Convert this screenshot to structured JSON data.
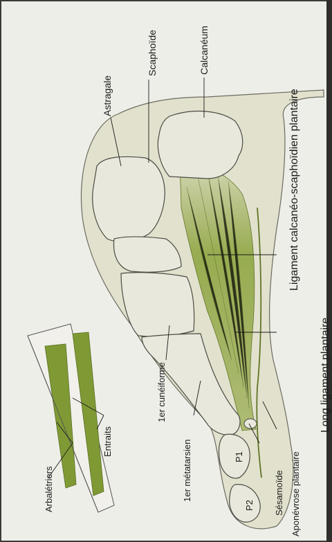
{
  "labels": {
    "astragale": "Astragale",
    "scaphoide": "Scaphoïde",
    "calcaneum": "Calcanéum",
    "ligament_calcaneo": "Ligament calcanéo-scaphoïdien plantaire",
    "long_ligament": "Long ligament plantaire",
    "cuneiforme": "1er cunéiforme",
    "metatarsien": "1er métatarsien",
    "sesamoide": "Sésamoïde",
    "aponevrose": "Aponévrose plantaire",
    "p1": "P1",
    "p2": "P2",
    "arbaletriers": "Arbalétriers",
    "entraits": "Entraits"
  },
  "colors": {
    "page": "#eeeee9",
    "skin": "#e2e1cd",
    "bone": "#e9e8dc",
    "ligament": "#8aa23a",
    "beam_green": "#7f9a35",
    "outline": "#4a4a44"
  }
}
